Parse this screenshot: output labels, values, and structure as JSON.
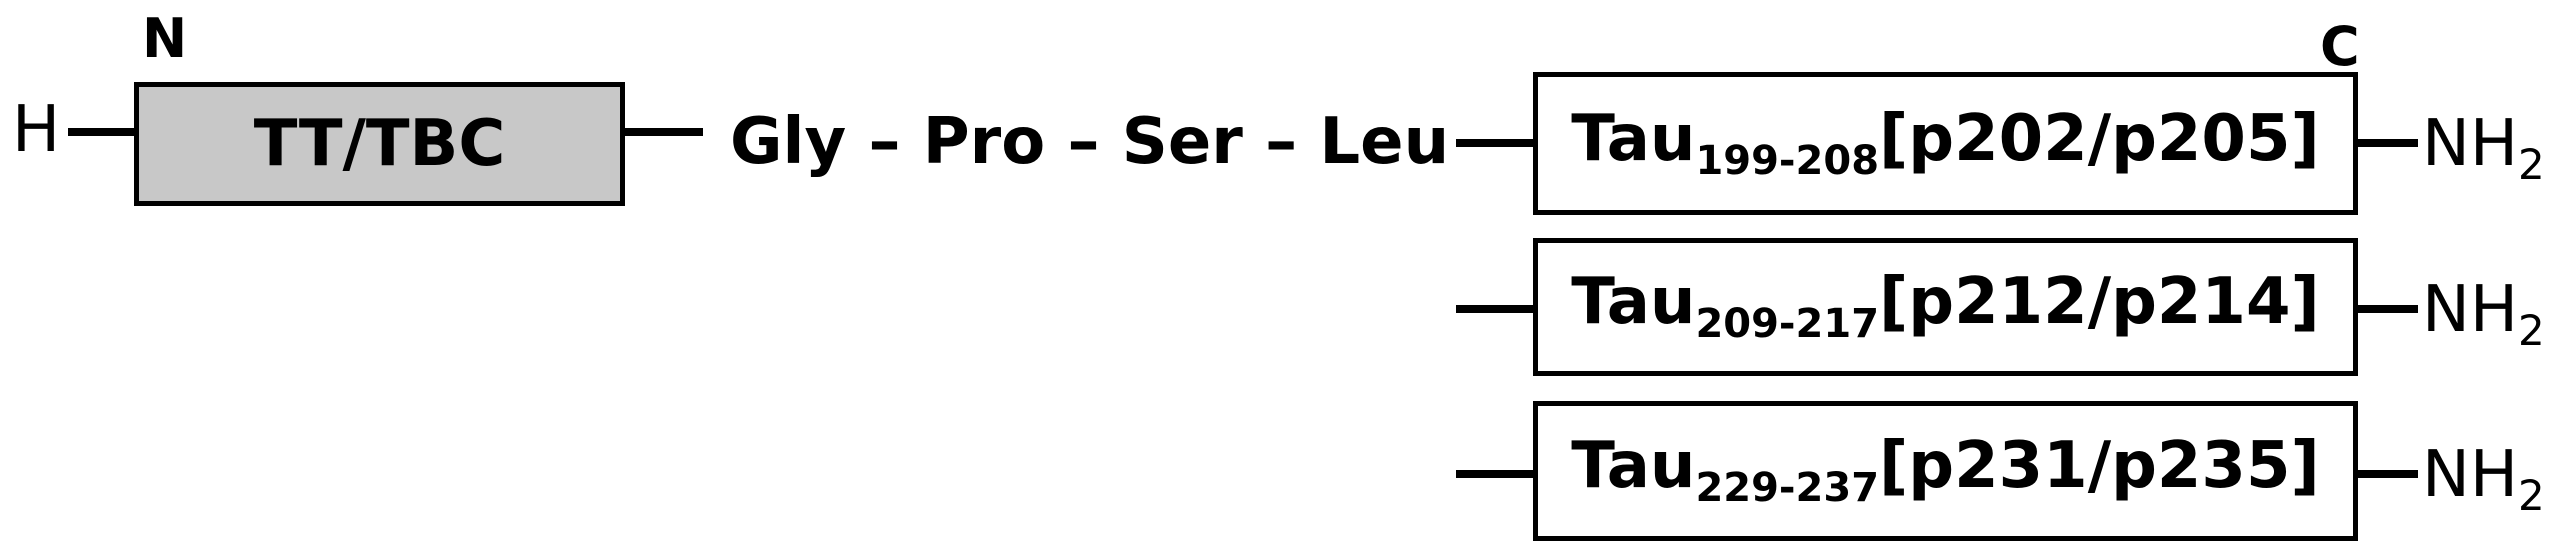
{
  "termini": {
    "n_label": "N",
    "c_label": "C",
    "n_cap": "H"
  },
  "carrier_box": {
    "label": "TT/TBC"
  },
  "linker": {
    "text": "Gly – Pro – Ser – Leu"
  },
  "peptides": [
    {
      "prefix": "Tau",
      "range": "199-208",
      "sites": "[p202/p205]",
      "cap_main": "NH",
      "cap_sub": "2"
    },
    {
      "prefix": "Tau",
      "range": "209-217",
      "sites": "[p212/p214]",
      "cap_main": "NH",
      "cap_sub": "2"
    },
    {
      "prefix": "Tau",
      "range": "229-237",
      "sites": "[p231/p235]",
      "cap_main": "NH",
      "cap_sub": "2"
    }
  ],
  "colors": {
    "carrier_fill": "#c8c8c8",
    "stroke": "#000000"
  }
}
